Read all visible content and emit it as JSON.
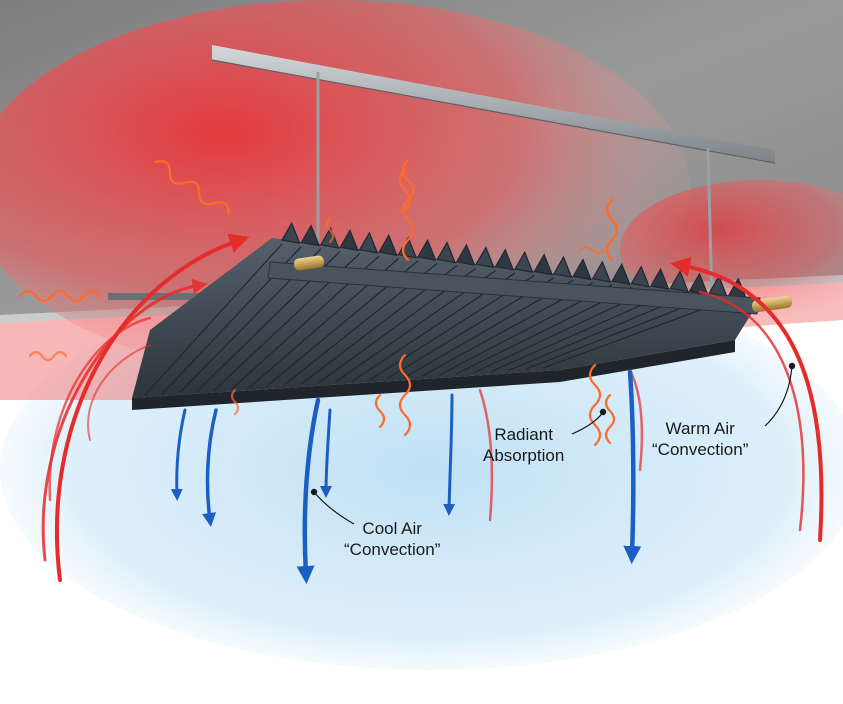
{
  "labels": {
    "radiant": {
      "line1": "Radiant",
      "line2": "Absorption"
    },
    "warm": {
      "line1": "Warm Air",
      "line2": "“Convection”"
    },
    "cool": {
      "line1": "Cool Air",
      "line2": "“Convection”"
    }
  },
  "colors": {
    "ceiling": "#8f8f8f",
    "warm_zone": "#e8353a",
    "cool_zone": "#cfe7f6",
    "warm_arrow": "#e62b2b",
    "radiant_wave": "#ff6a2a",
    "cool_arrow": "#1c5fc4",
    "panel": "#3c4650",
    "rail": "#a8adb2",
    "pipe": "#c9a24a"
  },
  "icons": {
    "warm_arrow": "red-curved-arrow-icon",
    "cool_arrow": "blue-down-arrow-icon",
    "radiant_wave": "squiggle-wave-icon"
  }
}
